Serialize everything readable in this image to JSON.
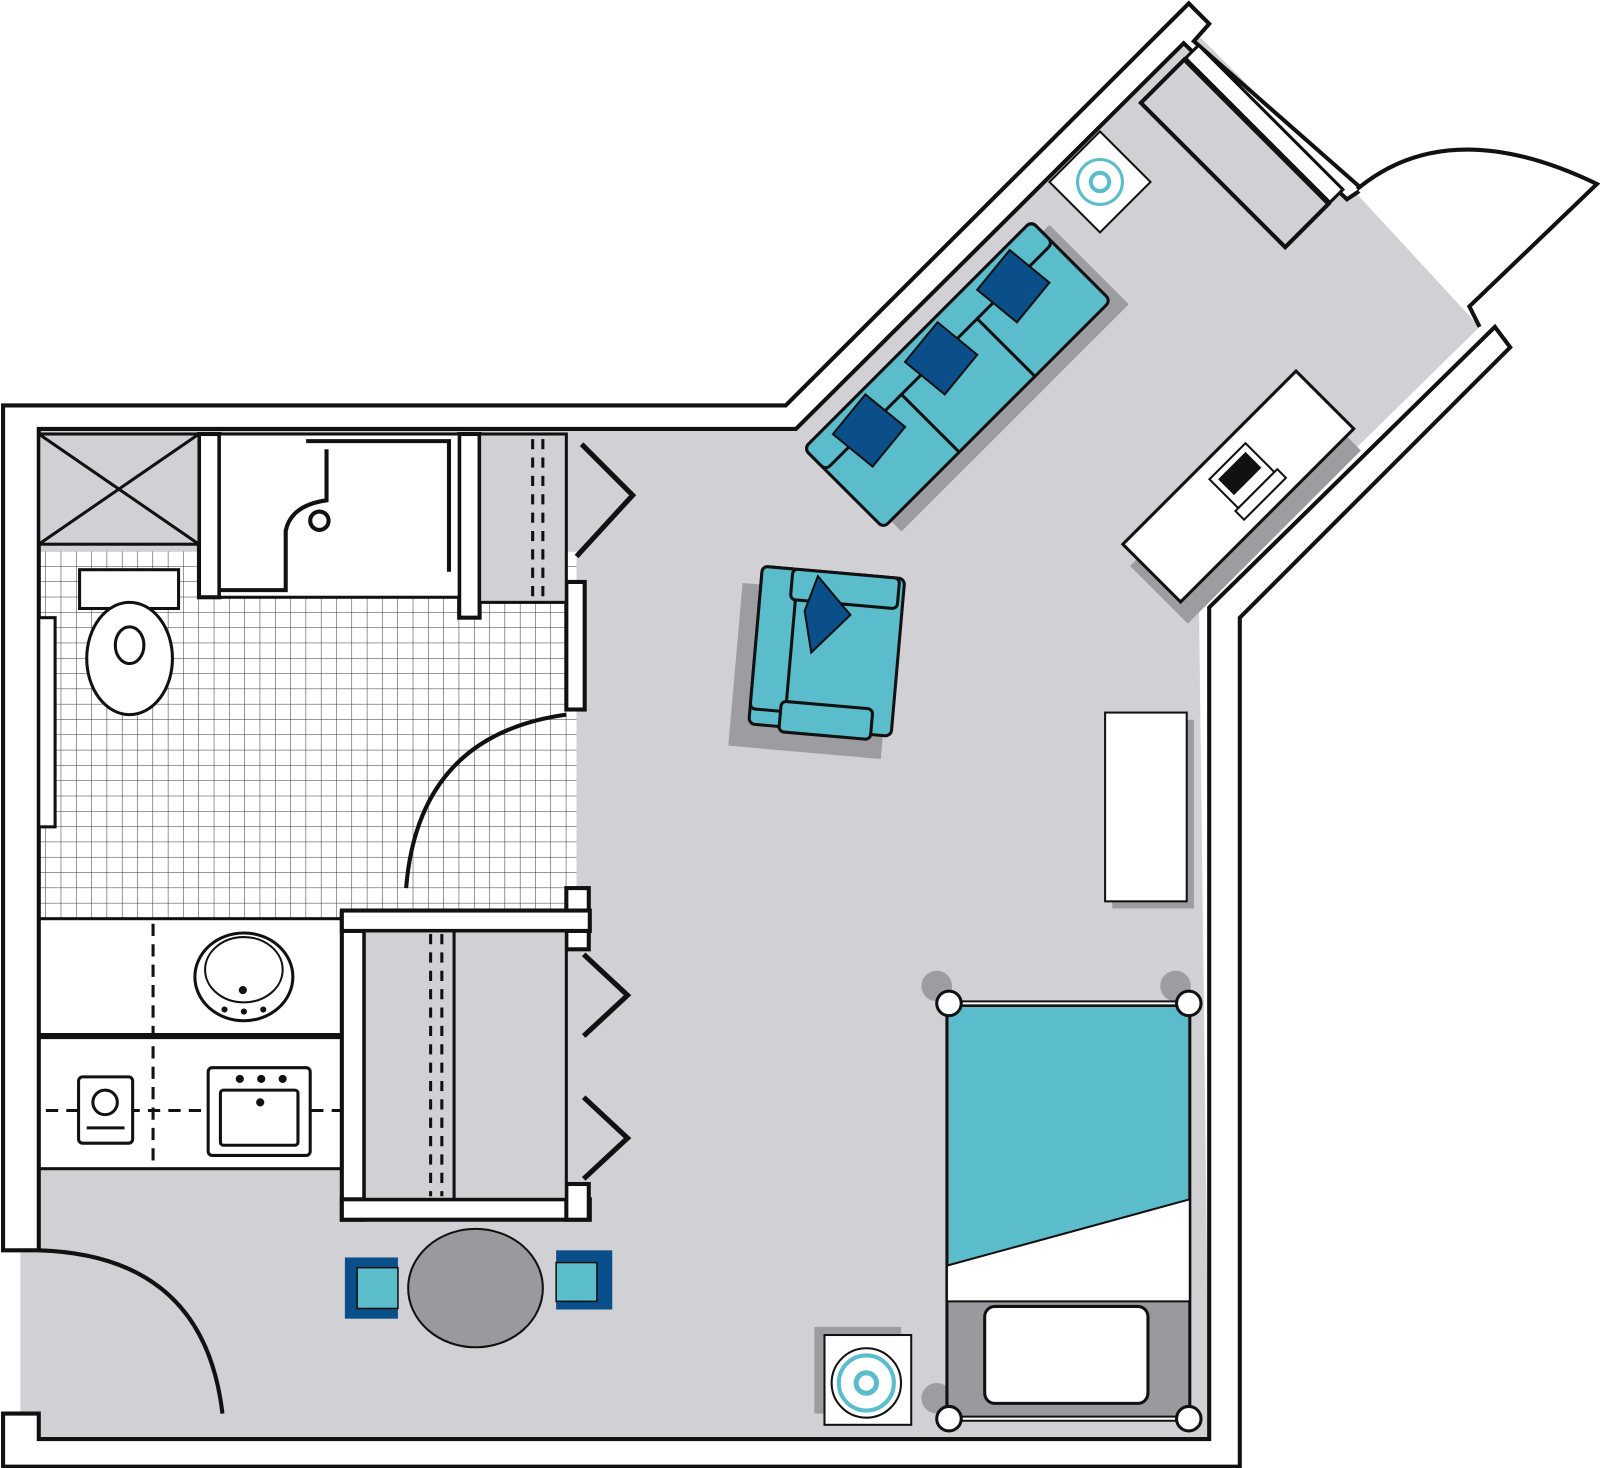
{
  "floorplan": {
    "rooms": [
      "bathroom",
      "kitchenette",
      "living-area",
      "sleeping-area",
      "entry"
    ],
    "colors": {
      "floor": "#d1d0d5",
      "wall": "#111111",
      "wall_fill": "#ffffff",
      "upholstery": "#5bbccb",
      "pillow": "#0b4f8a",
      "table": "#9a999e",
      "shadow": "#9d9ca1",
      "tile_line": "#333333"
    },
    "furniture": [
      "sofa",
      "armchair",
      "desk",
      "laptop",
      "dresser",
      "bed",
      "nightstand",
      "lamp",
      "dining-table",
      "chair",
      "toilet",
      "shower",
      "sink",
      "stove",
      "kitchen-sink",
      "closet"
    ]
  }
}
